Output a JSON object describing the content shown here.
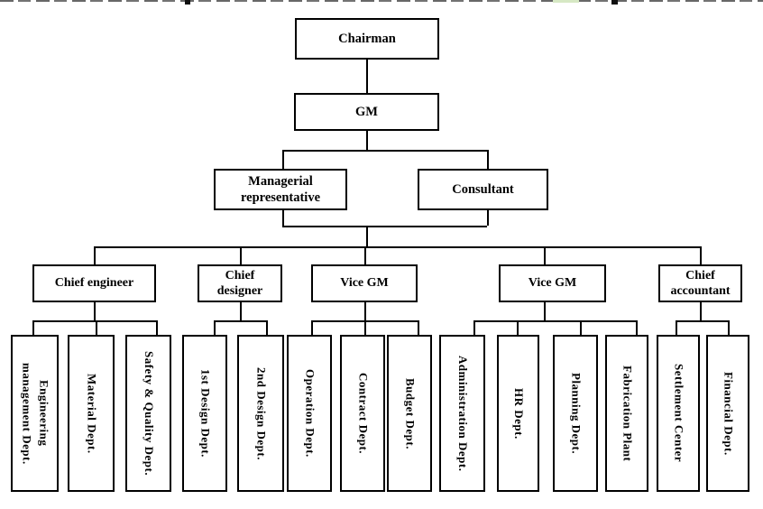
{
  "artifacts": {
    "top_highlight_color": "#d6e8c4",
    "line_color": "#000000",
    "background_color": "#ffffff"
  },
  "org_chart": {
    "chairman": "Chairman",
    "gm": "GM",
    "managerial_representative": "Managerial\nrepresentative",
    "consultant": "Consultant",
    "branches": [
      {
        "label": "Chief engineer",
        "departments": [
          "Engineering\nmanagement Dept.",
          "Material Dept.",
          "Safety & Quality Dept."
        ]
      },
      {
        "label": "Chief\ndesigner",
        "departments": [
          "1st Design Dept.",
          "2nd Design Dept."
        ]
      },
      {
        "label": "Vice GM",
        "departments": [
          "Operation Dept.",
          "Contract Dept.",
          "Budget Dept."
        ]
      },
      {
        "label": "Vice GM",
        "departments": [
          "Administration Dept.",
          "HR Dept.",
          "Planning Dept.",
          "Fabrication Plant"
        ]
      },
      {
        "label": "Chief\naccountant",
        "departments": [
          "Settlement Center",
          "Financial Dept."
        ]
      }
    ]
  }
}
